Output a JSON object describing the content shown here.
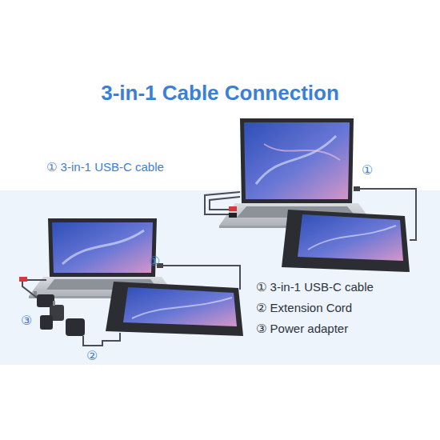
{
  "diagram": {
    "title": "3-in-1 Cable Connection",
    "labels": [
      "① 3-in-1 USB-C cable",
      "①",
      "①",
      "③",
      "②",
      "① 3-in-1 USB-C cable",
      "② Extension Cord",
      "③ Power adapter"
    ]
  }
}
